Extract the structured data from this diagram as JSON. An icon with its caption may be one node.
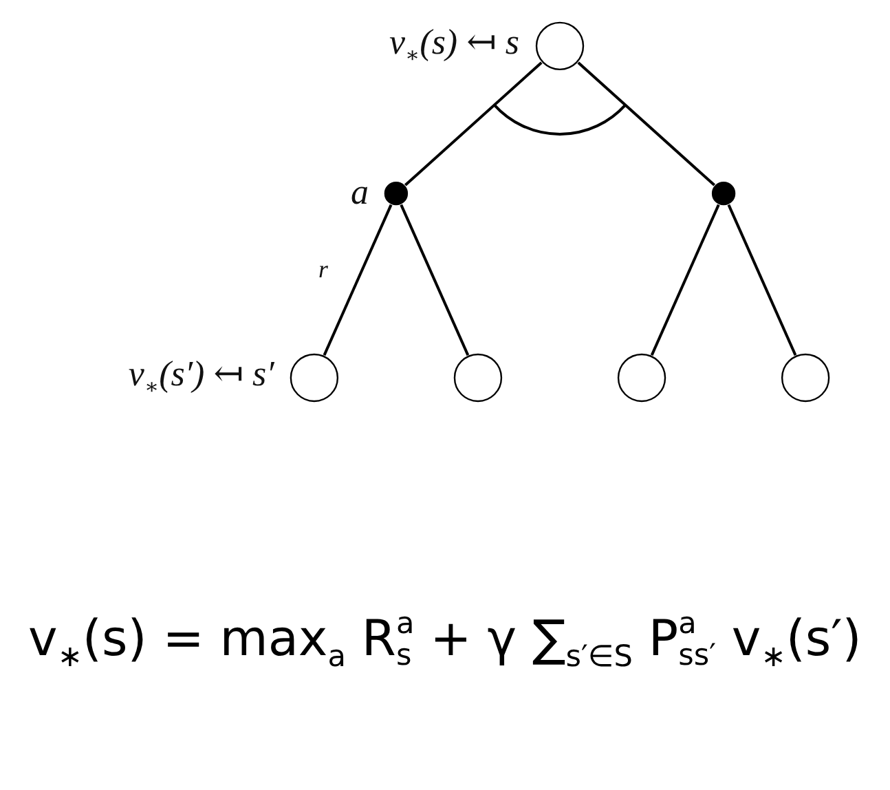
{
  "diagram": {
    "caption": "v$_{∗}$(s) = max$_{a}$ R$^{a}$$_{s}$ + γ ∑$_{s′∈S}$ P$^{a}$$_{ss′}$ v$_{∗}$(s′)",
    "nodes": [
      {
        "text": [],
        "shape": "circle",
        "beside": [
          "v$_{∗}$(s) ↤ s"
        ]
      },
      {
        "text": [],
        "shape": "dot",
        "beside": [
          "a"
        ]
      },
      {
        "text": [],
        "shape": "dot"
      },
      {
        "text": [],
        "shape": "circle",
        "beside": [
          "v$_{∗}$(s′) ↤ s′"
        ]
      },
      {
        "text": [],
        "shape": "circle"
      },
      {
        "text": [],
        "shape": "circle"
      },
      {
        "text": [],
        "shape": "circle"
      }
    ],
    "edges": [
      {
        "from": 0,
        "to": 1,
        "arrow": "none"
      },
      {
        "from": 0,
        "to": 2,
        "arrow": "none"
      },
      {
        "from": 1,
        "to": 3,
        "arrow": "none",
        "label": "r"
      },
      {
        "from": 1,
        "to": 4,
        "arrow": "none"
      },
      {
        "from": 2,
        "to": 5,
        "arrow": "none"
      },
      {
        "from": 2,
        "to": 6,
        "arrow": "none"
      }
    ]
  }
}
